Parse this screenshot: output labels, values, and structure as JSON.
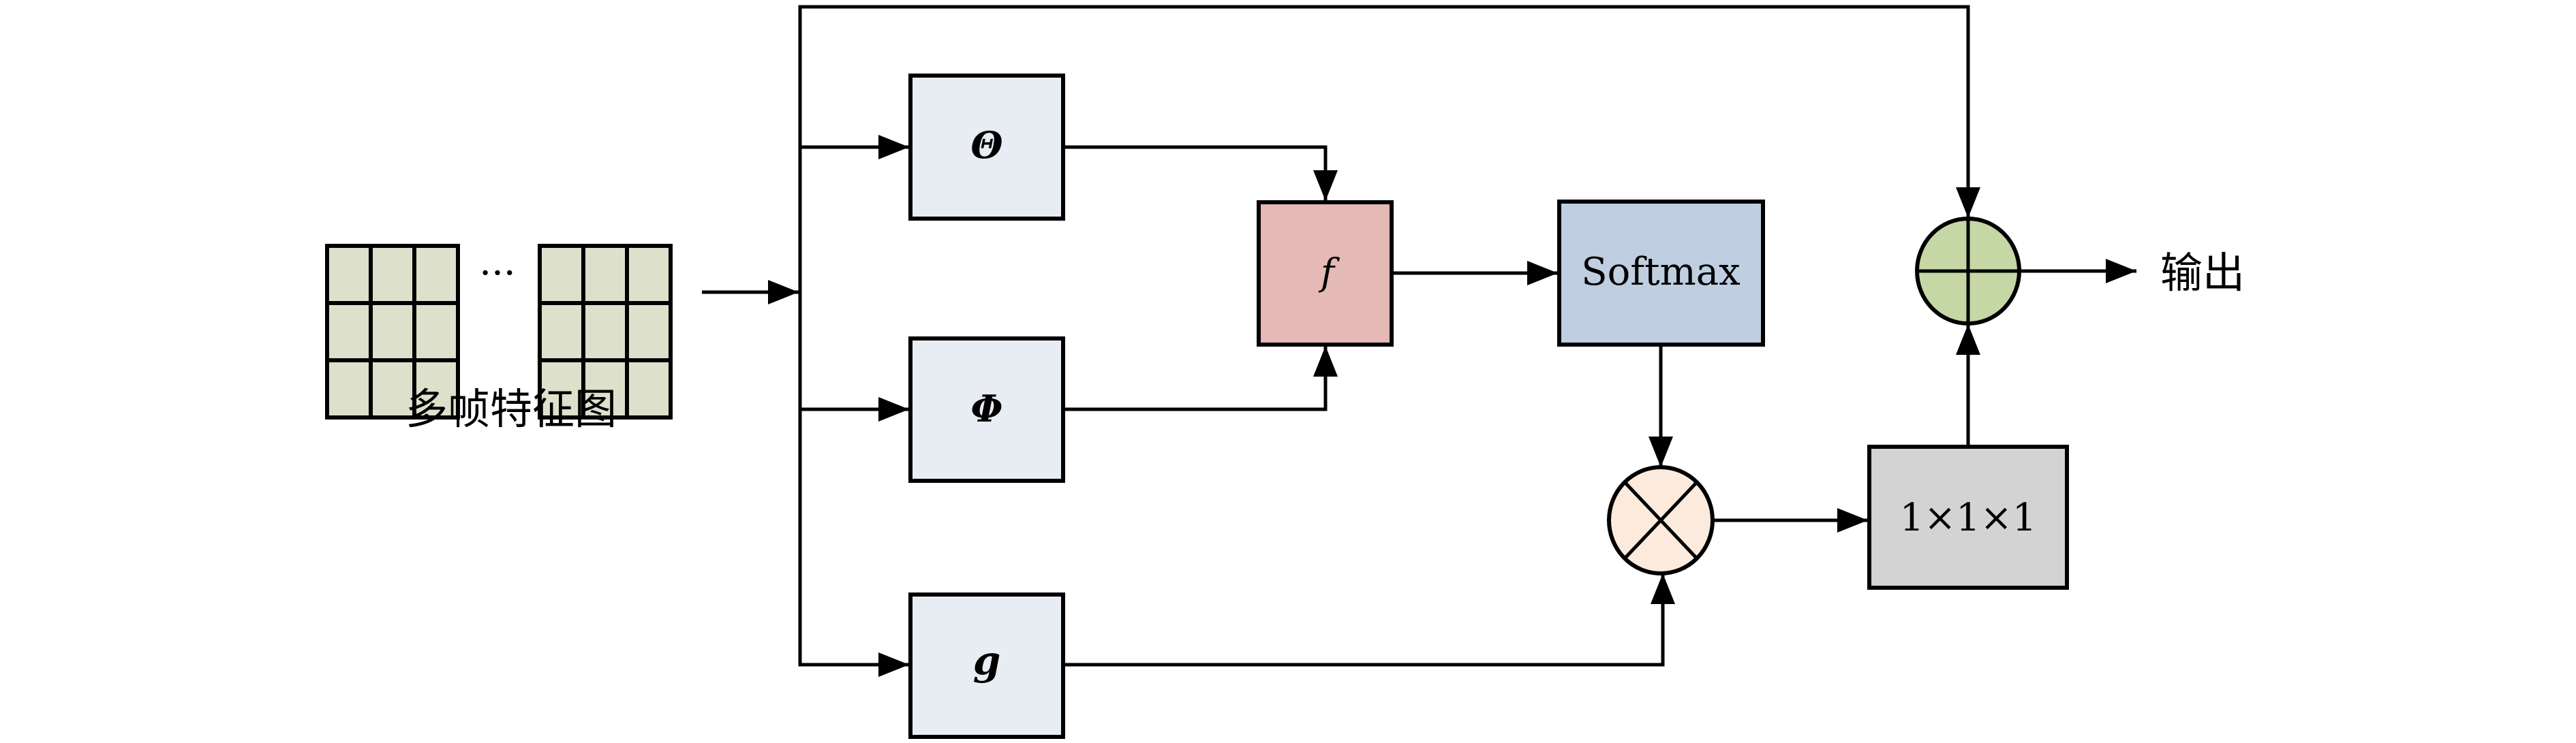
{
  "diagram": {
    "input": {
      "label": "多帧特征图",
      "ellipsis": "···",
      "grid_rows": 3,
      "grid_cols": 3
    },
    "blocks": {
      "theta": "Θ",
      "phi": "Φ",
      "g": "g",
      "f": "f",
      "softmax": "Softmax",
      "conv": "1×1×1"
    },
    "operators": {
      "multiply": "⊗",
      "add": "⊕"
    },
    "output": {
      "label": "输出"
    },
    "colors": {
      "grid_fill": "#dde1cc",
      "branch_fill": "#e8edf4",
      "f_fill": "#e5b9b5",
      "softmax_fill": "#bfcee0",
      "multiply_fill": "#fcebdc",
      "conv_fill": "#d3d3d3",
      "add_fill": "#c5d7a5",
      "stroke": "#000000"
    }
  }
}
